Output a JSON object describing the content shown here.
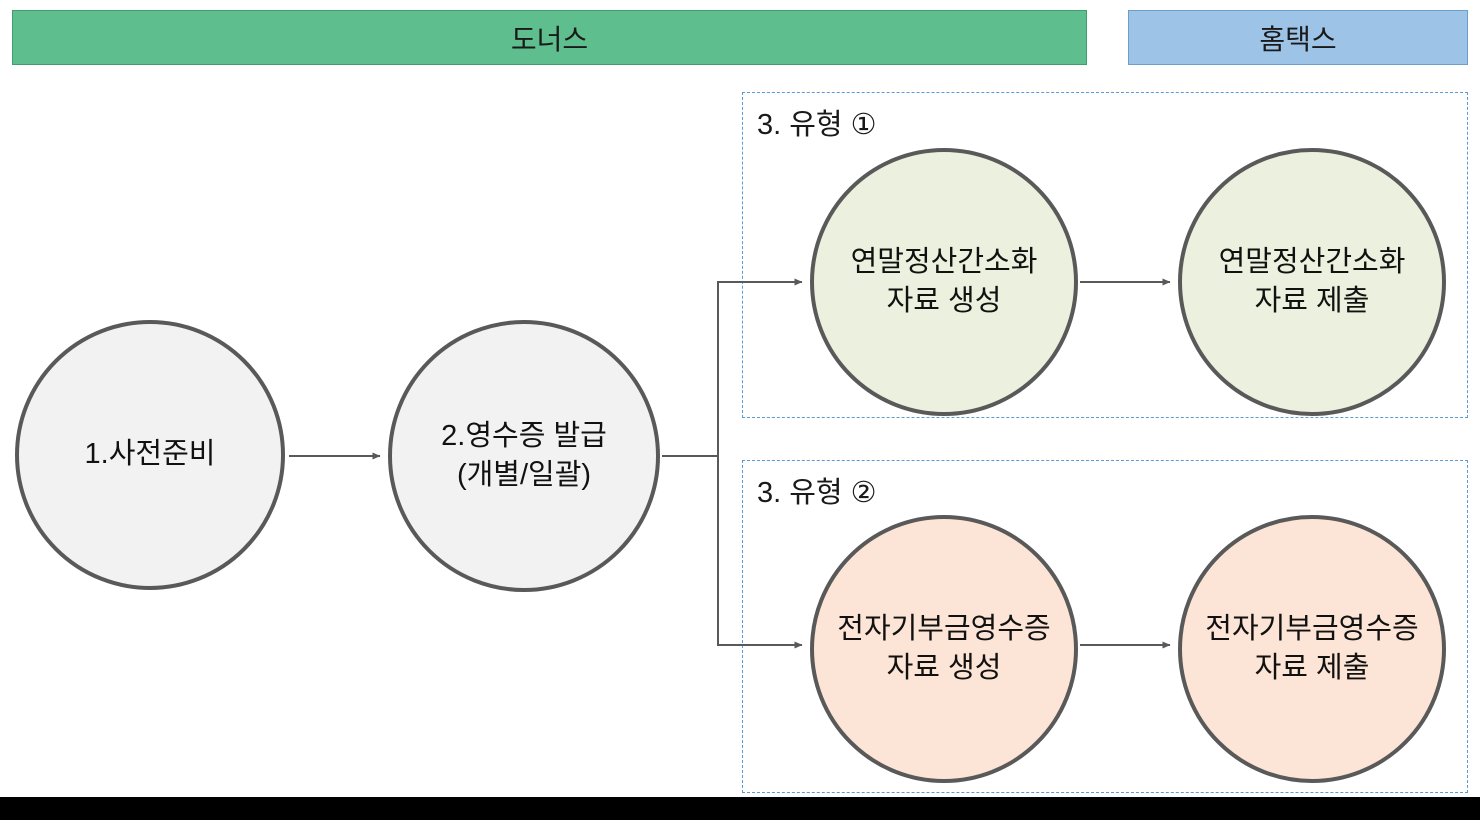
{
  "headers": {
    "donus": "도너스",
    "hometax": "홈택스"
  },
  "groups": {
    "type1_label": "3. 유형 ①",
    "type2_label": "3. 유형 ②"
  },
  "nodes": {
    "step1": "1.사전준비",
    "step2": "2.영수증 발급\n(개별/일괄)",
    "type1_create": "연말정산간소화\n자료 생성",
    "type1_submit": "연말정산간소화\n자료 제출",
    "type2_create": "전자기부금영수증\n자료 생성",
    "type2_submit": "전자기부금영수증\n자료 제출"
  },
  "colors": {
    "donus_bar": "#5fbe8d",
    "hometax_bar": "#9dc3e6",
    "gray_node": "#f2f2f2",
    "green_node": "#ebf1de",
    "orange_node": "#fce4d6",
    "node_border": "#595959",
    "dashed_box_border": "#5b9bd5",
    "connector": "#595959",
    "bottom_bar": "#000000"
  }
}
